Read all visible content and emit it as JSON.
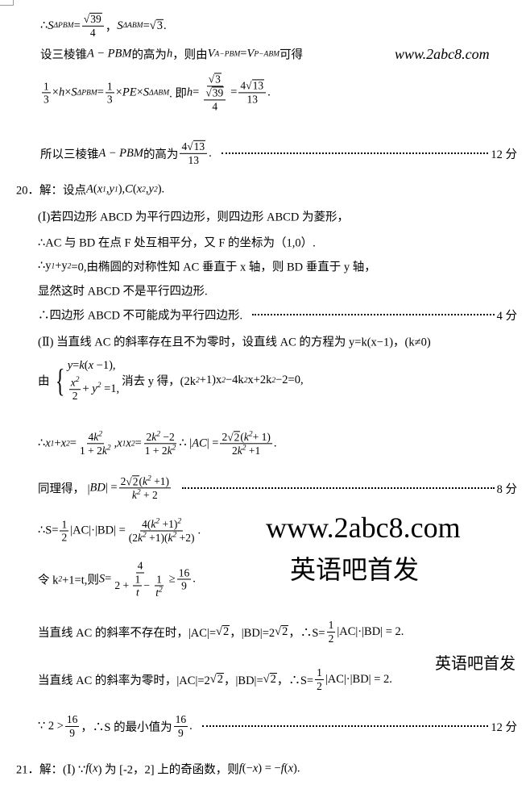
{
  "watermarks": {
    "site_large": "www.2abc8.com",
    "brand": "英语吧首发",
    "site_small": "www.2abc8.com",
    "scattered": "英语吧首发"
  },
  "lines": [
    [
      [
        "t",
        "∴ "
      ],
      [
        "m",
        "S"
      ],
      [
        "sub",
        "ΔPBM"
      ],
      [
        "t",
        " = "
      ],
      [
        "f",
        [
          [
            "r",
            [
              [
                "t",
                "39"
              ]
            ]
          ]
        ],
        [
          [
            "t",
            "4"
          ]
        ]
      ],
      [
        "t",
        "，  "
      ],
      [
        "m",
        "S"
      ],
      [
        "sub",
        "ΔABM"
      ],
      [
        "t",
        " = "
      ],
      [
        "r",
        [
          [
            "t",
            "3"
          ]
        ]
      ],
      [
        "t",
        " ."
      ]
    ],
    [
      [
        "t",
        "设三棱锥 "
      ],
      [
        "m",
        "A − PBM"
      ],
      [
        "t",
        " 的高为 "
      ],
      [
        "m",
        "h"
      ],
      [
        "t",
        "，则由 "
      ],
      [
        "m",
        "V"
      ],
      [
        "sub",
        "A−PBM"
      ],
      [
        "t",
        " = "
      ],
      [
        "m",
        "V"
      ],
      [
        "sub",
        "P−ABM"
      ],
      [
        "t",
        " 可得"
      ]
    ],
    [
      [
        "f",
        [
          [
            "t",
            "1"
          ]
        ],
        [
          [
            "t",
            "3"
          ]
        ]
      ],
      [
        "t",
        "× "
      ],
      [
        "m",
        "h"
      ],
      [
        "t",
        " × "
      ],
      [
        "m",
        "S"
      ],
      [
        "sub",
        "ΔPBM"
      ],
      [
        "t",
        " = "
      ],
      [
        "f",
        [
          [
            "t",
            "1"
          ]
        ],
        [
          [
            "t",
            "3"
          ]
        ]
      ],
      [
        "t",
        "× "
      ],
      [
        "m",
        "PE"
      ],
      [
        "t",
        " × "
      ],
      [
        "m",
        "S"
      ],
      [
        "sub",
        "ΔABM"
      ],
      [
        "t",
        ".  即 "
      ],
      [
        "m",
        "h"
      ],
      [
        "t",
        " = "
      ],
      [
        "f",
        [
          [
            "r",
            [
              [
                "t",
                "3"
              ]
            ]
          ]
        ],
        [
          [
            "f",
            [
              [
                "r",
                [
                  [
                    "t",
                    "39"
                  ]
                ]
              ]
            ],
            [
              [
                "t",
                "4"
              ]
            ]
          ]
        ]
      ],
      [
        "t",
        " = "
      ],
      [
        "f",
        [
          [
            "t",
            "4"
          ],
          [
            "r",
            [
              [
                "t",
                "13"
              ]
            ]
          ]
        ],
        [
          [
            "t",
            "13"
          ]
        ]
      ],
      [
        "t",
        " ."
      ]
    ],
    [
      [
        "t",
        "所以三棱锥 "
      ],
      [
        "m",
        "A − PBM"
      ],
      [
        "t",
        " 的高为 "
      ],
      [
        "f",
        [
          [
            "t",
            "4"
          ],
          [
            "r",
            [
              [
                "t",
                "13"
              ]
            ]
          ]
        ],
        [
          [
            "t",
            "13"
          ]
        ]
      ],
      [
        "t",
        " ."
      ],
      [
        "lead",
        "12 分"
      ]
    ],
    [
      [
        "t",
        "20．解：设点 "
      ],
      [
        "m",
        "A"
      ],
      [
        "t",
        "("
      ],
      [
        "m",
        "x"
      ],
      [
        "sub",
        "1"
      ],
      [
        "t",
        ", "
      ],
      [
        "m",
        "y"
      ],
      [
        "sub",
        "1"
      ],
      [
        "t",
        "), "
      ],
      [
        "m",
        "C"
      ],
      [
        "t",
        "("
      ],
      [
        "m",
        "x"
      ],
      [
        "sub",
        "2"
      ],
      [
        "t",
        ", "
      ],
      [
        "m",
        "y"
      ],
      [
        "sub",
        "2"
      ],
      [
        "t",
        ")."
      ]
    ],
    [
      [
        "t",
        "(Ⅰ)若四边形 ABCD 为平行四边形，则四边形 ABCD 为菱形，"
      ]
    ],
    [
      [
        "t",
        "∴AC 与 BD 在点 F 处互相平分，又 F 的坐标为（1,0）."
      ]
    ],
    [
      [
        "t",
        "∴y"
      ],
      [
        "sub",
        "1"
      ],
      [
        "t",
        "+y"
      ],
      [
        "sub",
        "2"
      ],
      [
        "t",
        " =0,由椭圆的对称性知 AC 垂直于 x 轴，则 BD 垂直于 y 轴，"
      ]
    ],
    [
      [
        "t",
        "显然这时 ABCD 不是平行四边形."
      ]
    ],
    [
      [
        "t",
        "∴四边形 ABCD 不可能成为平行四边形."
      ],
      [
        "lead",
        "4 分"
      ]
    ],
    [
      [
        "t",
        "(Ⅱ) 当直线 AC 的斜率存在且不为零时，设直线 AC 的方程为 y=k(x−1)，(k≠0)"
      ]
    ],
    [
      [
        "t",
        "由"
      ],
      [
        "sys",
        [
          [
            [
              "m",
              "y"
            ],
            [
              "t",
              "="
            ],
            [
              "m",
              "k"
            ],
            [
              "t",
              "("
            ],
            [
              "m",
              "x"
            ],
            [
              "t",
              " −1),"
            ]
          ],
          [
            [
              "f",
              [
                [
                  "m",
                  "x"
                ],
                [
                  "sup",
                  "2"
                ]
              ],
              [
                [
                  "t",
                  "2"
                ]
              ]
            ],
            [
              "t",
              "+ "
            ],
            [
              "m",
              "y"
            ],
            [
              "sup",
              "2"
            ],
            [
              "t",
              " =1,"
            ]
          ]
        ]
      ],
      [
        "t",
        " 消去 y 得，(2k"
      ],
      [
        "sup",
        "2"
      ],
      [
        "t",
        "+1)x"
      ],
      [
        "sup",
        "2"
      ],
      [
        "t",
        "−4k"
      ],
      [
        "sup",
        "2"
      ],
      [
        "t",
        "x+2k"
      ],
      [
        "sup",
        "2"
      ],
      [
        "t",
        "−2=0,"
      ]
    ],
    [
      [
        "t",
        "∴ "
      ],
      [
        "m",
        "x"
      ],
      [
        "sub",
        "1"
      ],
      [
        "t",
        " + "
      ],
      [
        "m",
        "x"
      ],
      [
        "sub",
        "2"
      ],
      [
        "t",
        " ="
      ],
      [
        "f",
        [
          [
            "t",
            "4"
          ],
          [
            "m",
            "k"
          ],
          [
            "sup",
            "2"
          ]
        ],
        [
          [
            "t",
            "1 + 2"
          ],
          [
            "m",
            "k"
          ],
          [
            "sup",
            "2"
          ]
        ]
      ],
      [
        "t",
        ",  "
      ],
      [
        "m",
        "x"
      ],
      [
        "sub",
        "1"
      ],
      [
        "m",
        "x"
      ],
      [
        "sub",
        "2"
      ],
      [
        "t",
        " ="
      ],
      [
        "f",
        [
          [
            "t",
            "2"
          ],
          [
            "m",
            "k"
          ],
          [
            "sup",
            "2"
          ],
          [
            "t",
            " −2"
          ]
        ],
        [
          [
            "t",
            "1 + 2"
          ],
          [
            "m",
            "k"
          ],
          [
            "sup",
            "2"
          ]
        ]
      ],
      [
        "t",
        " ∴ |"
      ],
      [
        "m",
        "AC"
      ],
      [
        "t",
        "| ="
      ],
      [
        "f",
        [
          [
            "t",
            "2"
          ],
          [
            "r",
            [
              [
                "t",
                "2"
              ]
            ]
          ],
          [
            "t",
            "("
          ],
          [
            "m",
            "k"
          ],
          [
            "sup",
            "2"
          ],
          [
            "t",
            "+ 1)"
          ]
        ],
        [
          [
            "t",
            "2"
          ],
          [
            "m",
            "k"
          ],
          [
            "sup",
            "2"
          ],
          [
            "t",
            " +1"
          ]
        ]
      ],
      [
        "t",
        "."
      ]
    ],
    [
      [
        "t",
        "同理得， |"
      ],
      [
        "m",
        "BD"
      ],
      [
        "t",
        "| ="
      ],
      [
        "f",
        [
          [
            "t",
            "2"
          ],
          [
            "r",
            [
              [
                "t",
                "2"
              ]
            ]
          ],
          [
            "t",
            "("
          ],
          [
            "m",
            "k"
          ],
          [
            "sup",
            "2"
          ],
          [
            "t",
            " +1)"
          ]
        ],
        [
          [
            "m",
            "k"
          ],
          [
            "sup",
            "2"
          ],
          [
            "t",
            " + 2"
          ]
        ]
      ],
      [
        "lead",
        "8 分"
      ]
    ],
    [
      [
        "t",
        "∴S="
      ],
      [
        "f",
        [
          [
            "t",
            "1"
          ]
        ],
        [
          [
            "t",
            "2"
          ]
        ]
      ],
      [
        "t",
        "|AC|·|BD| = "
      ],
      [
        "f",
        [
          [
            "t",
            "4("
          ],
          [
            "m",
            "k"
          ],
          [
            "sup",
            "2"
          ],
          [
            "t",
            " +1)"
          ],
          [
            "sup",
            "2"
          ]
        ],
        [
          [
            "t",
            "(2"
          ],
          [
            "m",
            "k"
          ],
          [
            "sup",
            "2"
          ],
          [
            "t",
            " +1)("
          ],
          [
            "m",
            "k"
          ],
          [
            "sup",
            "2"
          ],
          [
            "t",
            " +2)"
          ]
        ]
      ],
      [
        "t",
        "."
      ]
    ],
    [
      [
        "t",
        "令 k"
      ],
      [
        "sup",
        "2"
      ],
      [
        "t",
        "+1=t,则 "
      ],
      [
        "m",
        "S"
      ],
      [
        "t",
        " = "
      ],
      [
        "f",
        [
          [
            "t",
            "4"
          ]
        ],
        [
          [
            "t",
            "2 + "
          ],
          [
            "f",
            [
              [
                "t",
                "1"
              ]
            ],
            [
              [
                "m",
                "t"
              ]
            ]
          ],
          [
            "t",
            "− "
          ],
          [
            "f",
            [
              [
                "t",
                "1"
              ]
            ],
            [
              [
                "m",
                "t"
              ],
              [
                "sup",
                "2"
              ]
            ]
          ]
        ]
      ],
      [
        "t",
        " ≥ "
      ],
      [
        "f",
        [
          [
            "t",
            "16"
          ]
        ],
        [
          [
            "t",
            "9"
          ]
        ]
      ],
      [
        "t",
        "."
      ]
    ],
    [
      [
        "t",
        "当直线 AC 的斜率不存在时，|AC|="
      ],
      [
        "r",
        [
          [
            "t",
            "2"
          ]
        ]
      ],
      [
        "t",
        "，|BD|=2"
      ],
      [
        "r",
        [
          [
            "t",
            "2"
          ]
        ]
      ],
      [
        "t",
        "，∴S="
      ],
      [
        "f",
        [
          [
            "t",
            "1"
          ]
        ],
        [
          [
            "t",
            "2"
          ]
        ]
      ],
      [
        "t",
        "|AC|·|BD| = 2."
      ]
    ],
    [
      [
        "t",
        "当直线 AC 的斜率为零时，|AC|=2"
      ],
      [
        "r",
        [
          [
            "t",
            "2"
          ]
        ]
      ],
      [
        "t",
        "，|BD|="
      ],
      [
        "r",
        [
          [
            "t",
            "2"
          ]
        ]
      ],
      [
        "t",
        "，∴S="
      ],
      [
        "f",
        [
          [
            "t",
            "1"
          ]
        ],
        [
          [
            "t",
            "2"
          ]
        ]
      ],
      [
        "t",
        "|AC|·|BD| = 2."
      ]
    ],
    [
      [
        "t",
        "∵ 2 > "
      ],
      [
        "f",
        [
          [
            "t",
            "16"
          ]
        ],
        [
          [
            "t",
            "9"
          ]
        ]
      ],
      [
        "t",
        "，∴S 的最小值为"
      ],
      [
        "f",
        [
          [
            "t",
            "16"
          ]
        ],
        [
          [
            "t",
            "9"
          ]
        ]
      ],
      [
        "t",
        "."
      ],
      [
        "lead",
        "12 分"
      ]
    ],
    [
      [
        "t",
        "21．解：(Ⅰ)  ∵ "
      ],
      [
        "m",
        "f"
      ],
      [
        "t",
        "("
      ],
      [
        "m",
        "x"
      ],
      [
        "t",
        ") 为 [-2，2] 上的奇函数，则 "
      ],
      [
        "m",
        "f"
      ],
      [
        "t",
        "(−"
      ],
      [
        "m",
        "x"
      ],
      [
        "t",
        ") = −"
      ],
      [
        "m",
        "f"
      ],
      [
        "t",
        "("
      ],
      [
        "m",
        "x"
      ],
      [
        "t",
        ")."
      ]
    ]
  ]
}
